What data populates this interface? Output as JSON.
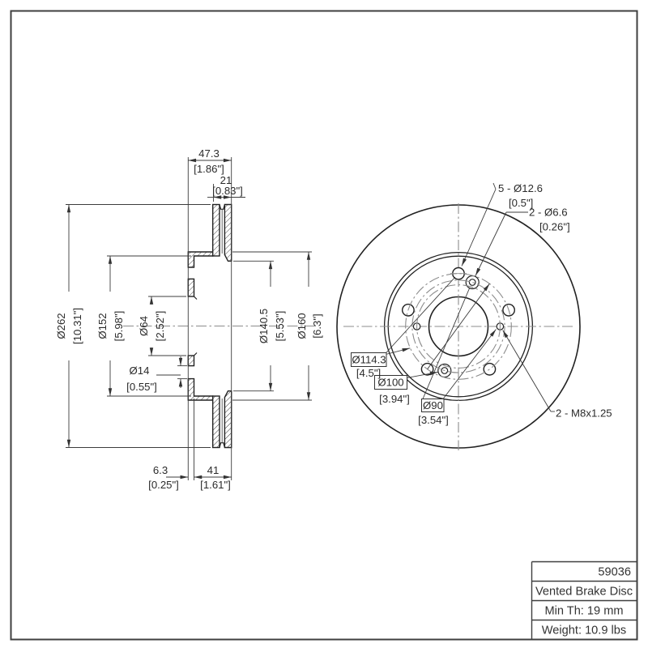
{
  "drawing": {
    "section_view": {
      "width": {
        "mm": "47.3",
        "in": "[1.86\"]"
      },
      "plates": {
        "mm": "21",
        "in": "[0.83\"]"
      },
      "outer_dia": {
        "mm": "Ø262",
        "in": "[10.31\"]"
      },
      "hat_dia": {
        "mm": "Ø152",
        "in": "[5.98\"]"
      },
      "bore_dia": {
        "mm": "Ø64",
        "in": "[2.52\"]"
      },
      "screw_hole_dia": {
        "mm": "Ø14",
        "in": "[0.55\"]"
      },
      "friction_inner_dia": {
        "mm": "Ø140.5",
        "in": "[5.53\"]"
      },
      "hat_outer_dia": {
        "mm": "Ø160",
        "in": "[6.3\"]"
      },
      "hat_wall": {
        "mm": "6.3",
        "in": "[0.25\"]"
      },
      "hat_depth": {
        "mm": "41",
        "in": "[1.61\"]"
      }
    },
    "front_view": {
      "lug_holes": {
        "mm": "5 - Ø12.6",
        "in": "[0.5\"]"
      },
      "screw_holes": {
        "mm": "2 - Ø6.6",
        "in": "[0.26\"]"
      },
      "bolt_circle": {
        "mm": "Ø114.3",
        "in": "[4.5\"]"
      },
      "screw_circle": {
        "mm": "Ø100",
        "in": "[3.94\"]"
      },
      "thread_circle": {
        "mm": "Ø90",
        "in": "[3.54\"]"
      },
      "thread_spec": "2 - M8x1.25"
    },
    "title_block": {
      "part_number": "59036",
      "description": "Vented Brake Disc",
      "min_thickness": "Min Th: 19 mm",
      "weight": "Weight: 10.9 lbs"
    },
    "colors": {
      "object_line": "#222222",
      "thin_line": "#3c3c3c",
      "center_line": "#8c8c8c"
    }
  }
}
